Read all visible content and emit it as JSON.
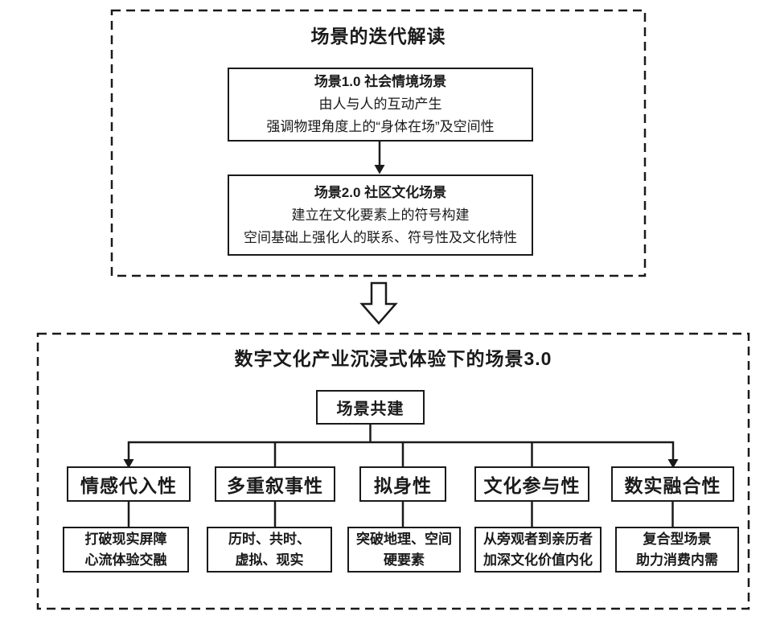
{
  "colors": {
    "ink": "#1a1a1a",
    "background": "#ffffff"
  },
  "top_section": {
    "title": "场景的迭代解读",
    "scene1": {
      "heading": "场景1.0 社会情境场景",
      "lines": [
        "由人与人的互动产生",
        "强调物理角度上的“身体在场”及空间性"
      ]
    },
    "scene2": {
      "heading": "场景2.0 社区文化场景",
      "lines": [
        "建立在文化要素上的符号构建",
        "空间基础上强化人的联系、符号性及文化特性"
      ]
    }
  },
  "bottom_section": {
    "title": "数字文化产业沉浸式体验下的场景3.0",
    "root_label": "场景共建",
    "branches": [
      {
        "label": "情感代入性",
        "details": [
          "打破现实屏障",
          "心流体验交融"
        ]
      },
      {
        "label": "多重叙事性",
        "details": [
          "历时、共时、",
          "虚拟、现实"
        ]
      },
      {
        "label": "拟身性",
        "details": [
          "突破地理、空间",
          "硬要素"
        ]
      },
      {
        "label": "文化参与性",
        "details": [
          "从旁观者到亲历者",
          "加深文化价值内化"
        ]
      },
      {
        "label": "数实融合性",
        "details": [
          "复合型场景",
          "助力消费内需"
        ]
      }
    ]
  }
}
